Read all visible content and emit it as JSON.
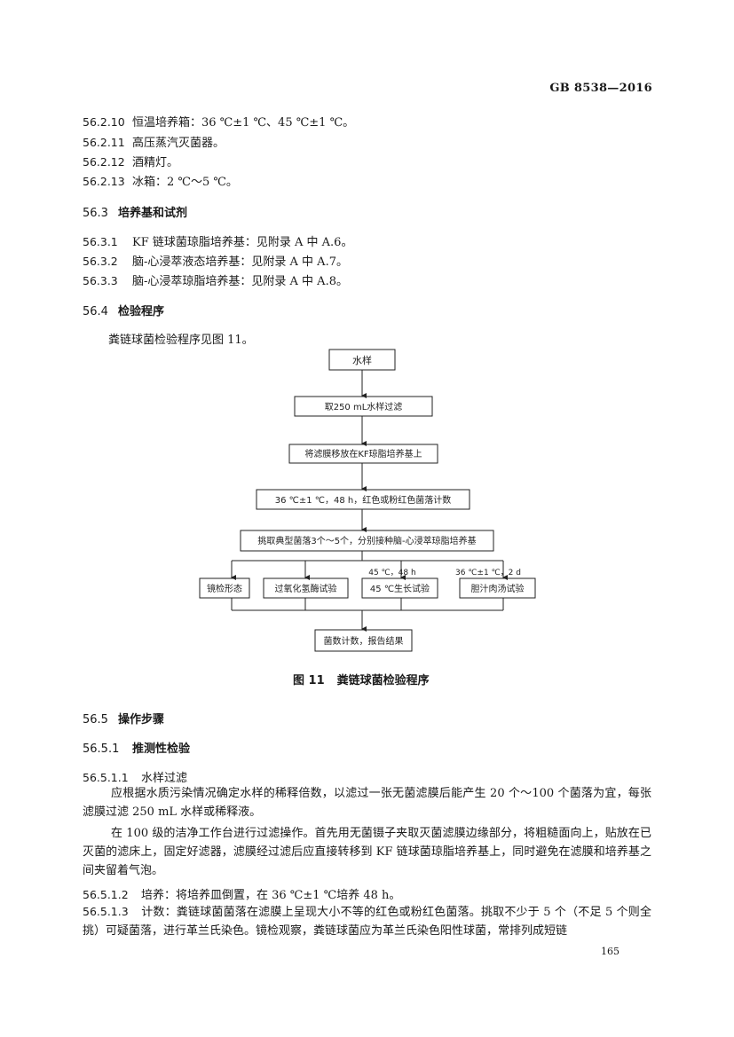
{
  "header": {
    "standard": "GB 8538—2016"
  },
  "equipment": [
    {
      "num": "56.2.10",
      "text": "恒温培养箱：36 ℃±1 ℃、45 ℃±1 ℃。"
    },
    {
      "num": "56.2.11",
      "text": "高压蒸汽灭菌器。"
    },
    {
      "num": "56.2.12",
      "text": "酒精灯。"
    },
    {
      "num": "56.2.13",
      "text": "冰箱：2 ℃～5 ℃。"
    }
  ],
  "section_media": {
    "num": "56.3",
    "title": "培养基和试剂"
  },
  "media": [
    {
      "num": "56.3.1",
      "text": "KF 链球菌琼脂培养基：见附录 A 中 A.6。"
    },
    {
      "num": "56.3.2",
      "text": "脑-心浸萃液态培养基：见附录 A 中 A.7。"
    },
    {
      "num": "56.3.3",
      "text": "脑-心浸萃琼脂培养基：见附录 A 中 A.8。"
    }
  ],
  "section_procedure": {
    "num": "56.4",
    "title": "检验程序"
  },
  "procedure_intro": "粪链球菌检验程序见图 11。",
  "flowchart": {
    "water_sample": "水样",
    "filter": "取250 mL水样过滤",
    "transfer": "将滤膜移放在KF琼脂培养基上",
    "incubate": "36 ℃±1 ℃，48 h，红色或粉红色菌落计数",
    "pick": "挑取典型菌落3个～5个，分别接种脑-心浸萃琼脂培养基",
    "label_45": "45 ℃，48 h",
    "label_36": "36 ℃±1 ℃，2 d",
    "tests": [
      "镜检形态",
      "过氧化氢酶试验",
      "45 ℃生长试验",
      "胆汁肉汤试验"
    ],
    "result": "菌数计数，报告结果"
  },
  "figure": {
    "number": "图 11",
    "title": "粪链球菌检验程序"
  },
  "section_steps": {
    "num": "56.5",
    "title": "操作步骤"
  },
  "section_presumptive": {
    "num": "56.5.1",
    "title": "推测性检验"
  },
  "sub_filter": {
    "num": "56.5.1.1",
    "title": "水样过滤"
  },
  "para1": "应根据水质污染情况确定水样的稀释倍数，以滤过一张无菌滤膜后能产生 20 个～100 个菌落为宜，每张滤膜过滤 250 mL 水样或稀释液。",
  "para2": "在 100 级的洁净工作台进行过滤操作。首先用无菌镊子夹取灭菌滤膜边缘部分，将粗糙面向上，贴放在已灭菌的滤床上，固定好滤器，滤膜经过滤后应直接转移到 KF 链球菌琼脂培养基上，同时避免在滤膜和培养基之间夹留着气泡。",
  "sub_culture": {
    "num": "56.5.1.2",
    "text": "培养：将培养皿倒置，在 36 ℃±1 ℃培养 48 h。"
  },
  "sub_count": {
    "num": "56.5.1.3",
    "text": "计数：粪链球菌菌落在滤膜上呈现大小不等的红色或粉红色菌落。挑取不少于 5 个（不足 5 个则全挑）可疑菌落，进行革兰氏染色。镜检观察，粪链球菌应为革兰氏染色阳性球菌，常排列成短链"
  },
  "page_number": "165"
}
